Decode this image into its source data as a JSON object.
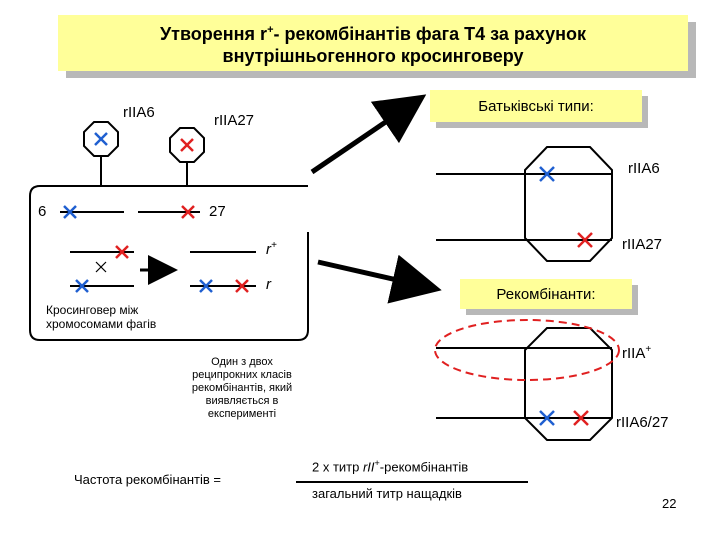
{
  "title": {
    "line1_prefix": "Утворення r",
    "line1_sup": "+",
    "line1_suffix": "- рекомбінантів фага Т4 за рахунок",
    "line2": "внутрішньогенного кросинговеру"
  },
  "parental_box": {
    "label": "Батьківські типи:"
  },
  "recombinant_box": {
    "label": "Рекомбінанти:"
  },
  "left_phages": {
    "phage1_label": "rIIA6",
    "phage2_label": "rIIA27"
  },
  "crossover_panel": {
    "pos_left": "6",
    "pos_right": "27",
    "r_plus": "r",
    "r_plus_sup": "+",
    "r_minus": "r",
    "caption_line1": "Кросинговер між",
    "caption_line2": "хромосомами фагів"
  },
  "right_labels": {
    "parent1": "rIIA6",
    "parent2": "rIIA27",
    "recomb1_prefix": "rIIA",
    "recomb1_sup": "+",
    "recomb2": "rIIA6/27"
  },
  "note": {
    "line1": "Один з двох",
    "line2": "реципрокних класів",
    "line3": "рекомбінантів, який",
    "line4": "виявляється в",
    "line5": "експерименті"
  },
  "formula": {
    "lhs": "Частота рекомбінантів =",
    "numerator_prefix": "2 х титр ",
    "numerator_italic": "rII",
    "numerator_sup": "+",
    "numerator_suffix": "-рекомбінантів",
    "denominator": "загальний титр нащадків"
  },
  "page_number": "22",
  "colors": {
    "box_fill": "#ffff99",
    "shadow": "#b8b8b8",
    "marker_blue": "#1f5fd0",
    "marker_red": "#e02020",
    "dashed_red": "#e02020"
  }
}
